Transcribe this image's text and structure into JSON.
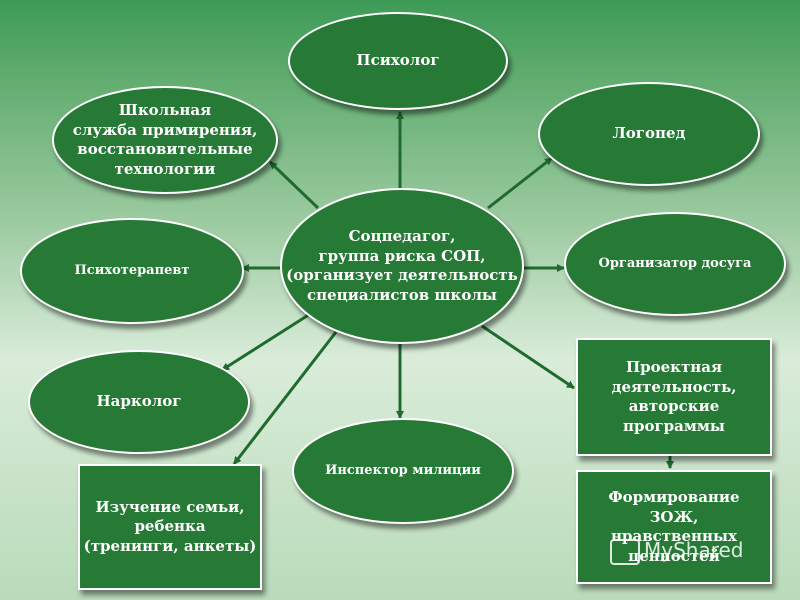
{
  "diagram": {
    "center": "Соцпедагог,\nгруппа риска СОП,\n(организует деятельность\nспециалистов школы",
    "nodes": {
      "psychologist": "Психолог",
      "speech_therapist": "Логопед",
      "reconciliation_service": "Школьная\nслужба примирения,\nвосстановительные\nтехнологии",
      "psychotherapist": "Психотерапевт",
      "leisure_organizer": "Организатор досуга",
      "narcologist": "Нарколог",
      "police_inspector": "Инспектор милиции",
      "project_activity": "Проектная\nдеятельность,\nавторские\nпрограммы",
      "family_study": "Изучение семьи,\nребенка\n(тренинги, анкеты)",
      "healthy_lifestyle": "Формирование\nЗОЖ,\nнравственных\nценностей"
    }
  },
  "watermark": "MyShared",
  "colors": {
    "node_fill": "#277a35",
    "arrow": "#1f6b2e",
    "border": "#ffffff"
  }
}
